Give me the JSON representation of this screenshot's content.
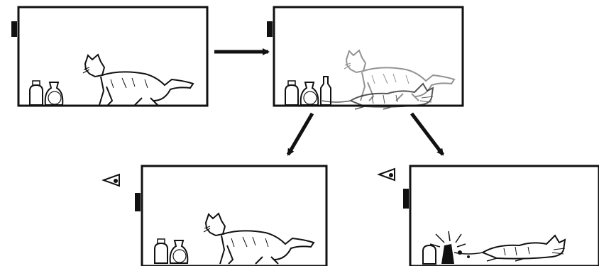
{
  "figure": {
    "panels": [
      {
        "id": "box-start",
        "state": "cat-standing",
        "items": [
          "box",
          "jar",
          "bag"
        ]
      },
      {
        "id": "box-superposition",
        "state": "cat-alive-and-dead-overlaid",
        "items": [
          "box",
          "jar",
          "bag",
          "bottle"
        ]
      },
      {
        "id": "box-observed-alive",
        "state": "cat-alive",
        "items": [
          "box",
          "jar",
          "bag"
        ],
        "observer": "eye-icon"
      },
      {
        "id": "box-observed-dead",
        "state": "cat-dead",
        "items": [
          "box",
          "broken-flask"
        ],
        "observer": "eye-icon"
      }
    ],
    "arrows": [
      {
        "from": "box-start",
        "to": "box-superposition"
      },
      {
        "from": "box-superposition",
        "to": "box-observed-alive"
      },
      {
        "from": "box-superposition",
        "to": "box-observed-dead"
      }
    ],
    "colors": {
      "ink": "#111111",
      "faint": "#777777",
      "paper": "#ffffff"
    }
  }
}
